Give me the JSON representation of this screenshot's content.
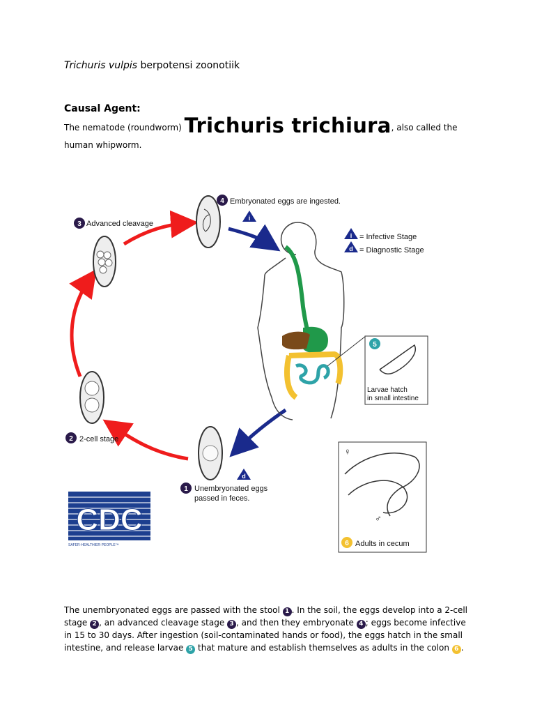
{
  "header": {
    "species": "Trichuris vulpis",
    "rest": " berpotensi zoonotiik"
  },
  "causal": {
    "heading": "Causal Agent:",
    "pre": "The nematode (roundworm) ",
    "big": "Trichuris trichiura",
    "post": ", also called the human whipworm."
  },
  "diagram": {
    "step1": "Unembryonated eggs",
    "step1b": "passed in feces.",
    "step2": "2-cell stage",
    "step3": "Advanced cleavage",
    "step4": "Embryonated eggs are ingested.",
    "step5a": "Larvae hatch",
    "step5b": "in small intestine",
    "step6": "Adults in cecum",
    "legend_infective": "= Infective Stage",
    "legend_diagnostic": "= Diagnostic Stage",
    "infective_symbol": "i",
    "diagnostic_symbol": "d",
    "female_symbol": "♀",
    "male_symbol": "♂",
    "logo": "CDC",
    "logo_tagline": "SAFER·HEALTHIER·PEOPLE™",
    "colors": {
      "purple": "#2a1a4a",
      "teal": "#2ea3a8",
      "yellow": "#f3c130",
      "red": "#ef1c1c",
      "blue": "#1a2a8c",
      "cdc_blue": "#1d3f8f"
    }
  },
  "paragraph": {
    "t1": "The unembryonated eggs are passed with the stool ",
    "n1": "1",
    "t2": ". In the soil, the eggs develop into a 2-cell stage ",
    "n2": "2",
    "t3": ", an advanced cleavage stage ",
    "n3": "3",
    "t4": ", and then they embryonate ",
    "n4": "4",
    "t5": "; eggs become infective in 15 to 30 days. After ingestion (soil-contaminated hands or food), the eggs hatch in the small intestine, and release larvae ",
    "n5": "5",
    "t6": " that mature and establish themselves as adults in the colon ",
    "n6": "6",
    "t7": "."
  }
}
